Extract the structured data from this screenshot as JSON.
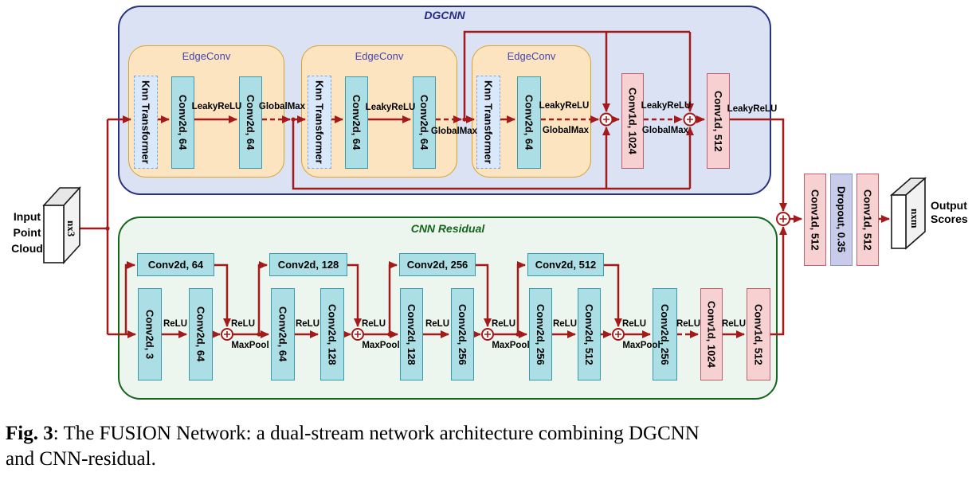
{
  "colors": {
    "arrow_red": "#a41919",
    "dgcnn_fill": "#dbe2f4",
    "dgcnn_border": "#28327e",
    "dgcnn_title": "#232c7e",
    "edgeconv_fill": "#fce4c0",
    "edgeconv_border": "#d8a22b",
    "edgeconv_title": "#4545b2",
    "knn_fill": "#d9e8fb",
    "knn_border": "#82a7e0",
    "conv_teal_fill": "#abdee5",
    "conv_teal_border": "#389aab",
    "conv_pink_fill": "#f7d1d2",
    "conv_pink_border": "#bf5f6d",
    "dropout_fill": "#c8cce9",
    "dropout_border": "#8d93c8",
    "cnn_fill": "#ecf6ee",
    "cnn_border": "#15641c"
  },
  "input": {
    "label": "Input\nPoint\nCloud",
    "tensor": "nx3"
  },
  "output": {
    "label": "Output\nScores",
    "tensor": "nxm"
  },
  "dgcnn": {
    "title": "DGCNN",
    "ec1": {
      "title": "EdgeConv",
      "knn": "Knn Transformer",
      "conv_a": "Conv2d, 64",
      "conv_b": "Conv2d, 64",
      "lbl_leaky": "LeakyReLU",
      "lbl_gmax": "GlobalMax"
    },
    "ec2": {
      "title": "EdgeConv",
      "knn": "Knn Transformer",
      "conv_a": "Conv2d, 64",
      "conv_b": "Conv2d, 64",
      "lbl_leaky": "LeakyReLU",
      "lbl_gmax": "GlobalMax"
    },
    "ec3": {
      "title": "EdgeConv",
      "knn": "Knn Transformer",
      "conv_a": "Conv2d, 64",
      "lbl_leaky": "LeakyReLU",
      "lbl_gmax": "GlobalMax"
    },
    "conv1024": "Conv1d, 1024",
    "conv512": "Conv1d, 512",
    "lbl_leaky_mid": "LeakyReLU",
    "lbl_gmax_mid": "GlobalMax",
    "lbl_leaky_out": "LeakyReLU"
  },
  "cnn": {
    "title": "CNN Residual",
    "blocks": [
      {
        "skip": "Conv2d, 64",
        "conv_a": "Conv2d, 3",
        "conv_b": "Conv2d, 64",
        "lbl_relu": "ReLU",
        "lbl_relu2": "ReLU",
        "lbl_pool": "MaxPool"
      },
      {
        "skip": "Conv2d, 128",
        "conv_a": "Conv2d, 64",
        "conv_b": "Conv2d, 128",
        "lbl_relu": "ReLU",
        "lbl_relu2": "ReLU",
        "lbl_pool": "MaxPool"
      },
      {
        "skip": "Conv2d, 256",
        "conv_a": "Conv2d, 128",
        "conv_b": "Conv2d, 256",
        "lbl_relu": "ReLU",
        "lbl_relu2": "ReLU",
        "lbl_pool": "MaxPool"
      },
      {
        "skip": "Conv2d, 512",
        "conv_a": "Conv2d, 256",
        "conv_b": "Conv2d, 512",
        "lbl_relu": "ReLU",
        "lbl_relu2": "ReLU",
        "lbl_pool": "MaxPool"
      }
    ],
    "tail": {
      "conv": "Conv2d, 256",
      "lbl_relu1": "ReLU",
      "conv1024": "Conv1d, 1024",
      "lbl_relu2": "ReLU",
      "conv512": "Conv1d, 512"
    }
  },
  "head": {
    "conv_a": "Conv1d, 512",
    "dropout": "Dropout, 0.35",
    "conv_b": "Conv1d, 512"
  },
  "caption": {
    "fig": "Fig. 3",
    "line1_rest": ": The FUSION Network: a dual-stream network architecture combining DGCNN",
    "line2": "and CNN-residual."
  }
}
